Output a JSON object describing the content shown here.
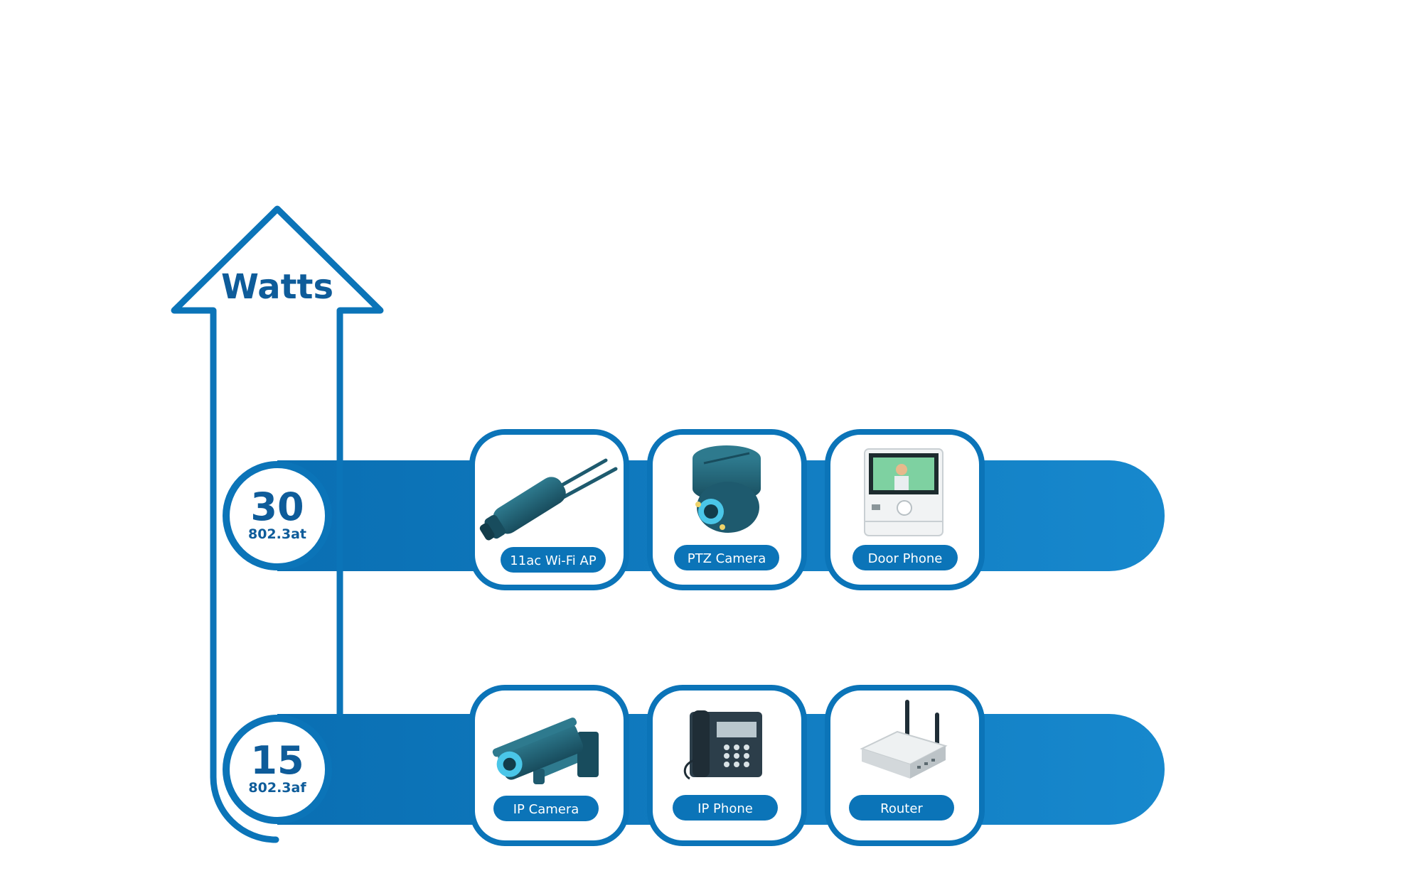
{
  "axis": {
    "label": "Watts"
  },
  "levels": [
    {
      "watts": "30",
      "standard": "802.3at",
      "devices": [
        {
          "label": "11ac Wi-Fi AP",
          "icon": "wifi-ap-icon"
        },
        {
          "label": "PTZ Camera",
          "icon": "ptz-camera-icon"
        },
        {
          "label": "Door Phone",
          "icon": "door-phone-icon"
        }
      ]
    },
    {
      "watts": "15",
      "standard": "802.3af",
      "devices": [
        {
          "label": "IP Camera",
          "icon": "ip-camera-icon"
        },
        {
          "label": "IP Phone",
          "icon": "ip-phone-icon"
        },
        {
          "label": "Router",
          "icon": "router-icon"
        }
      ]
    }
  ],
  "colors": {
    "brand_blue": "#0b74b8",
    "dark_blue": "#0e5c9a",
    "device_teal": "#1e5a6e",
    "accent_cyan": "#4ac6e8"
  }
}
